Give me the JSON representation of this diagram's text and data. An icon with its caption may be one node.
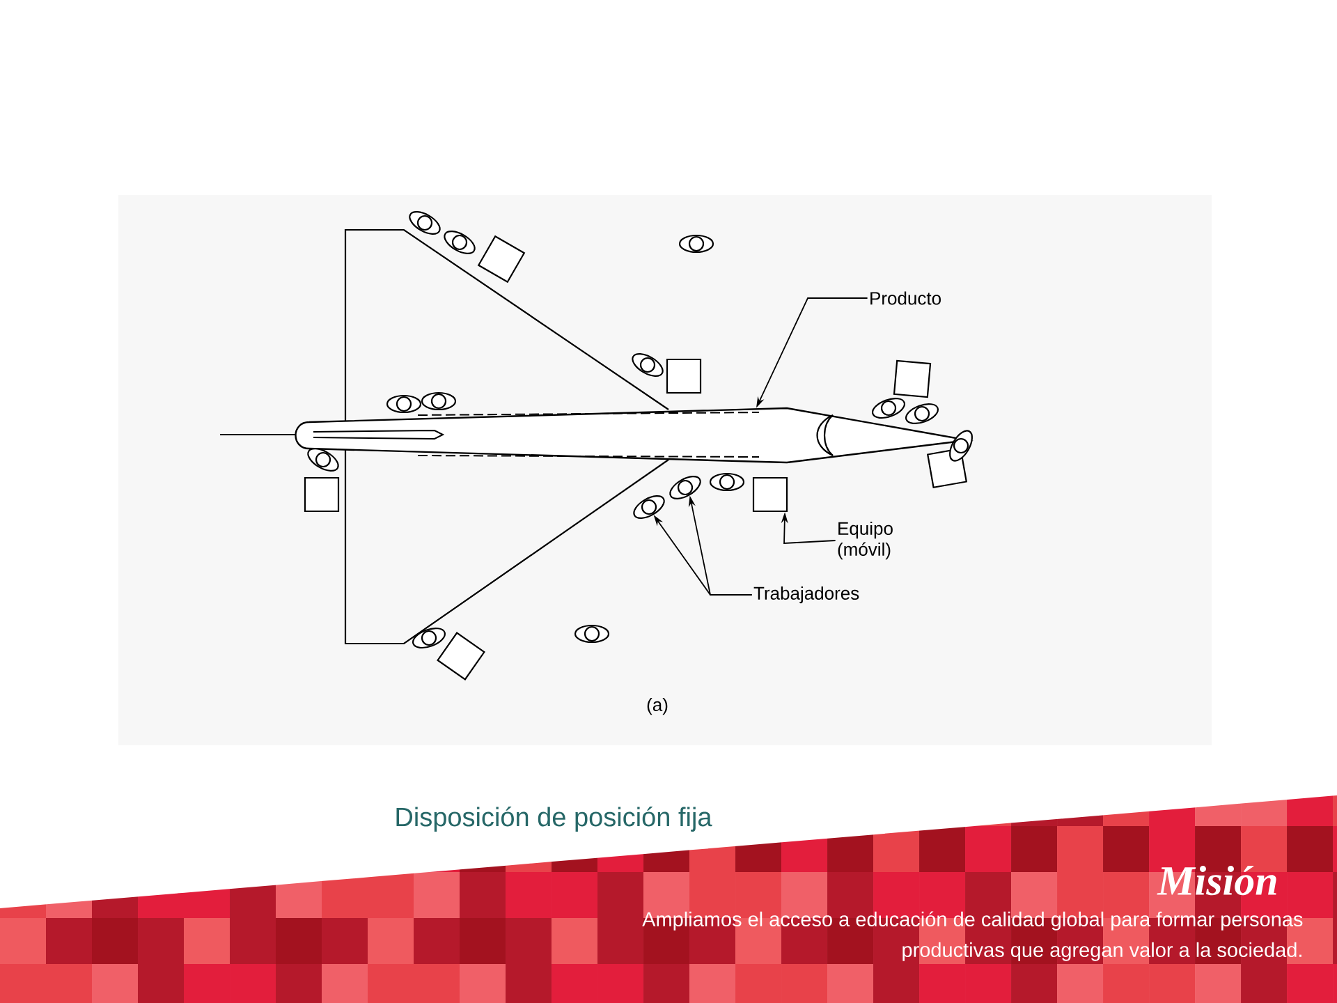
{
  "diagram": {
    "caption": "Disposición de posición fija",
    "nodes": [
      {
        "text": [
          "Producto"
        ]
      },
      {
        "text": [],
        "shape": "picture"
      },
      {
        "text": [
          "Equipo (móvil)"
        ]
      },
      {
        "text": [],
        "shape": "box"
      },
      {
        "text": [
          "Trabajadores"
        ]
      },
      {
        "text": [],
        "shape": "person"
      },
      {
        "text": [],
        "shape": "person"
      },
      {
        "text": [],
        "shape": "box"
      },
      {
        "text": [],
        "shape": "box"
      },
      {
        "text": [],
        "shape": "box"
      },
      {
        "text": [],
        "shape": "box"
      },
      {
        "text": [],
        "shape": "box"
      },
      {
        "text": [],
        "shape": "box"
      },
      {
        "text": [],
        "shape": "person"
      },
      {
        "text": [],
        "shape": "person"
      },
      {
        "text": [],
        "shape": "person"
      },
      {
        "text": [],
        "shape": "person"
      },
      {
        "text": [],
        "shape": "person"
      },
      {
        "text": [],
        "shape": "person"
      },
      {
        "text": [],
        "shape": "person"
      },
      {
        "text": [],
        "shape": "person"
      },
      {
        "text": [],
        "shape": "person"
      },
      {
        "text": [],
        "shape": "person"
      },
      {
        "text": [],
        "shape": "person"
      },
      {
        "text": [],
        "shape": "person"
      },
      {
        "text": [],
        "shape": "person"
      }
    ],
    "edges": [
      {
        "from": 0,
        "to": 1,
        "arrow": "to"
      },
      {
        "from": 2,
        "to": 3,
        "arrow": "to"
      },
      {
        "from": 4,
        "to": 5,
        "arrow": "to"
      },
      {
        "from": 4,
        "to": 6,
        "arrow": "to"
      }
    ],
    "labels": [
      "(a)",
      "Misión",
      "Ampliamos el acceso a educación de calidad global para formar personas productivas que agregan valor a la sociedad."
    ]
  }
}
